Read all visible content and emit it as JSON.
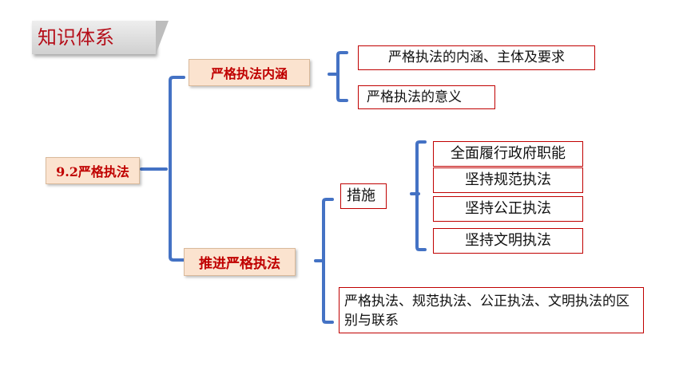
{
  "header": {
    "title": "知识体系"
  },
  "root": {
    "label": "9.2严格执法"
  },
  "branches": {
    "inner": {
      "label": "严格执法内涵",
      "items": [
        "严格执法的内涵、主体及要求",
        "严格执法的意义"
      ]
    },
    "promote": {
      "label": "推进严格执法",
      "measures": {
        "label": "措施",
        "items": [
          "全面履行政府职能",
          "坚持规范执法",
          "坚持公正执法",
          "坚持文明执法"
        ]
      },
      "difference": "严格执法、规范执法、公正执法、文明执法的区别与联系"
    }
  },
  "colors": {
    "accent": "#c00000",
    "bracket": "#4472c4",
    "label_bg": "#fbe3cf"
  }
}
